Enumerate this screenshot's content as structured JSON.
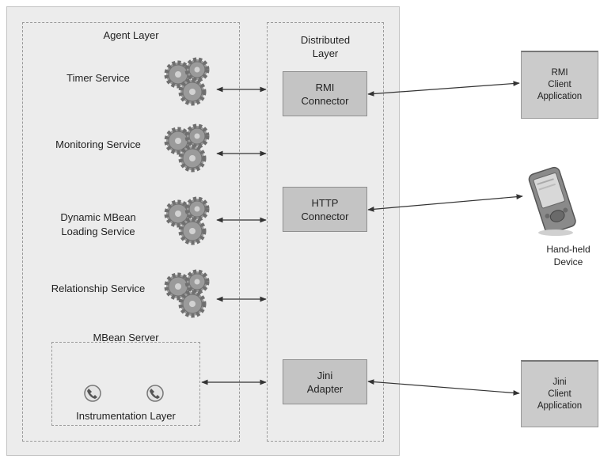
{
  "agent_layer": {
    "title": "Agent Layer",
    "services": [
      {
        "label": "Timer Service",
        "icon": "gears-icon"
      },
      {
        "label": "Monitoring Service",
        "icon": "gears-icon"
      },
      {
        "label": "Dynamic MBean\nLoading Service",
        "icon": "gears-icon"
      },
      {
        "label": "Relationship Service",
        "icon": "gears-icon"
      }
    ],
    "mbean_server": {
      "title": "MBean Server",
      "instrumentation_label": "Instrumentation Layer",
      "icons": [
        "resource-icon",
        "resource-icon"
      ]
    }
  },
  "distributed_layer": {
    "title": "Distributed\nLayer",
    "connectors": [
      {
        "label": "RMI\nConnector"
      },
      {
        "label": "HTTP\nConnector"
      },
      {
        "label": "Jini\nAdapter"
      }
    ]
  },
  "clients": [
    {
      "label": "RMI\nClient\nApplication"
    },
    {
      "label": "Hand-held\nDevice",
      "icon": "pda-icon"
    },
    {
      "label": "Jini\nClient\nApplication"
    }
  ],
  "colors": {
    "panel_background": "#ececec",
    "box_fill": "#c4c4c4",
    "gear_fill": "#9a9a9a",
    "arrow": "#333333"
  }
}
